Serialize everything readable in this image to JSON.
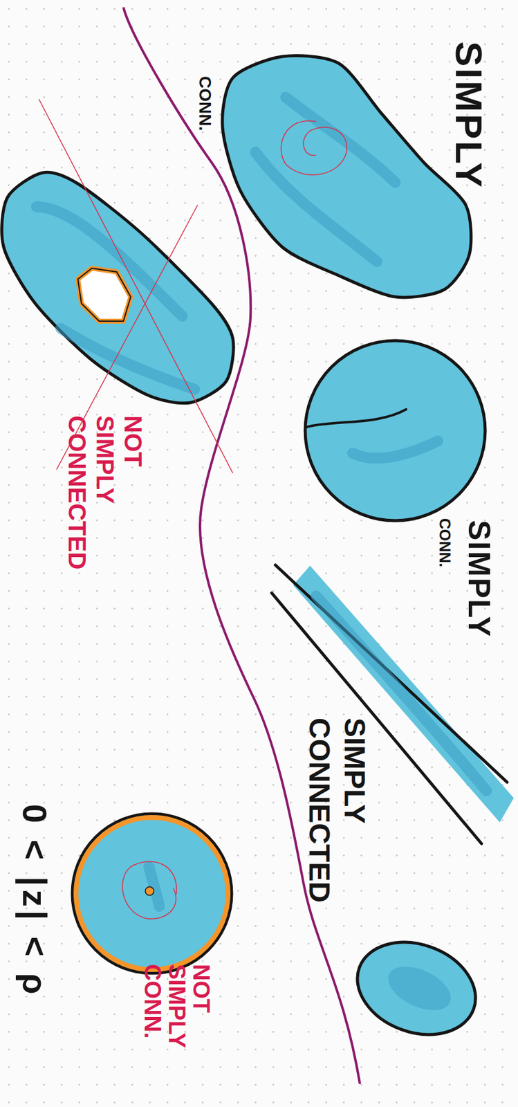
{
  "diagram": {
    "nodes": [
      {
        "text": [
          "SIMPLY",
          "CONN."
        ]
      },
      {
        "text": [
          "NOT SIMPLY CONNECTED"
        ]
      },
      {
        "text": [
          "SIMPLY",
          "CONN."
        ]
      },
      {
        "text": [
          "SIMPLY CONNECTED"
        ]
      },
      {
        "text": [
          "NOT SIMPLY CONN."
        ]
      }
    ],
    "labels": [
      "0 < |z| < ρ"
    ]
  }
}
